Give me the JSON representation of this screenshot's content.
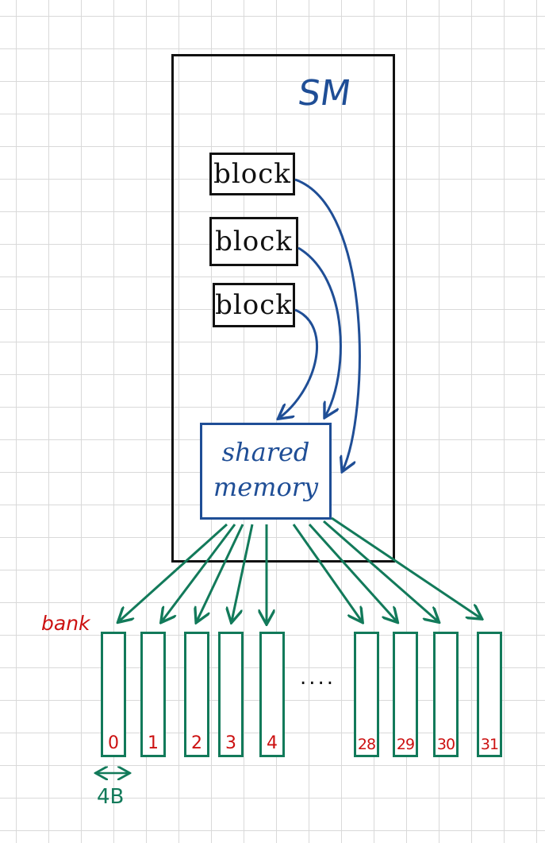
{
  "sm": {
    "label": "SM"
  },
  "blocks": [
    {
      "label": "block"
    },
    {
      "label": "block"
    },
    {
      "label": "block"
    }
  ],
  "shared_memory": {
    "line1": "shared",
    "line2": "memory"
  },
  "bank_label": "bank",
  "banks": [
    "0",
    "1",
    "2",
    "3",
    "4",
    "28",
    "29",
    "30",
    "31"
  ],
  "ellipsis": "....",
  "bank_width": "4B",
  "colors": {
    "sm_text": "#1f4e96",
    "block_arrows": "#1f4e96",
    "bank_arrows": "#127a5a",
    "bank_numbers": "#cc1111",
    "bank_label": "#cc1111",
    "grid": "#d9d9d9"
  }
}
